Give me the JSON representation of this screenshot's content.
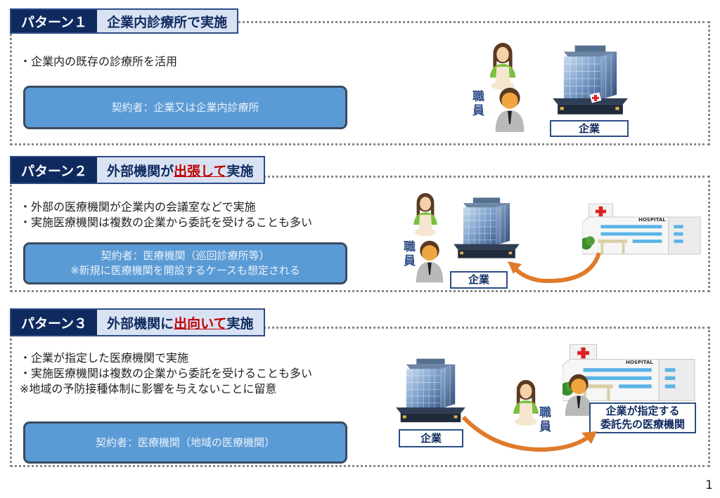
{
  "patterns": [
    {
      "number_label": "パターン１",
      "title_parts": [
        {
          "text": "企業内診療所で実施",
          "emphasis": false
        }
      ],
      "bullets": [
        "・企業内の既存の診療所を活用"
      ],
      "contractor_lines": [
        "契約者：企業又は企業内診療所"
      ],
      "illustration": {
        "staff_label": "職員",
        "company_label": "企業",
        "icons": [
          "woman-staff-icon",
          "man-staff-icon",
          "office-building-with-clinic-icon"
        ]
      }
    },
    {
      "number_label": "パターン２",
      "title_parts": [
        {
          "text": "外部機関が",
          "emphasis": false
        },
        {
          "text": "出張して",
          "emphasis": true
        },
        {
          "text": "実施",
          "emphasis": false
        }
      ],
      "bullets": [
        "・外部の医療機関が企業内の会議室などで実施",
        "・実施医療機関は複数の企業から委託を受けることも多い"
      ],
      "contractor_lines": [
        "契約者：医療機関（巡回診療所等）",
        "※新規に医療機関を開設するケースも想定される"
      ],
      "illustration": {
        "staff_label": "職員",
        "company_label": "企業",
        "hospital_sign": "HOSPITAL",
        "icons": [
          "woman-staff-icon",
          "man-staff-icon",
          "office-building-icon",
          "hospital-icon",
          "arrow-hospital-to-company-icon"
        ]
      }
    },
    {
      "number_label": "パターン３",
      "title_parts": [
        {
          "text": "外部機関に",
          "emphasis": false
        },
        {
          "text": "出向いて",
          "emphasis": true
        },
        {
          "text": "実施",
          "emphasis": false
        }
      ],
      "bullets": [
        "・企業が指定した医療機関で実施",
        "・実施医療機関は複数の企業から委託を受けることも多い",
        "※地域の予防接種体制に影響を与えないことに留意"
      ],
      "contractor_lines": [
        "契約者：医療機関（地域の医療機関）"
      ],
      "illustration": {
        "staff_label": "職員",
        "company_label": "企業",
        "hospital_sign": "HOSPITAL",
        "designated_label_lines": [
          "企業が指定する",
          "委託先の医療機関"
        ],
        "icons": [
          "office-building-icon",
          "woman-staff-icon",
          "man-staff-icon",
          "hospital-icon",
          "arrow-company-to-hospital-icon"
        ]
      }
    }
  ],
  "page_number": "1",
  "colors": {
    "header_dark": "#0f2a5f",
    "header_light": "#d9e2f3",
    "emphasis_red": "#c00000",
    "contract_blue": "#5b9bd5",
    "arrow_orange": "#e07b2a"
  }
}
